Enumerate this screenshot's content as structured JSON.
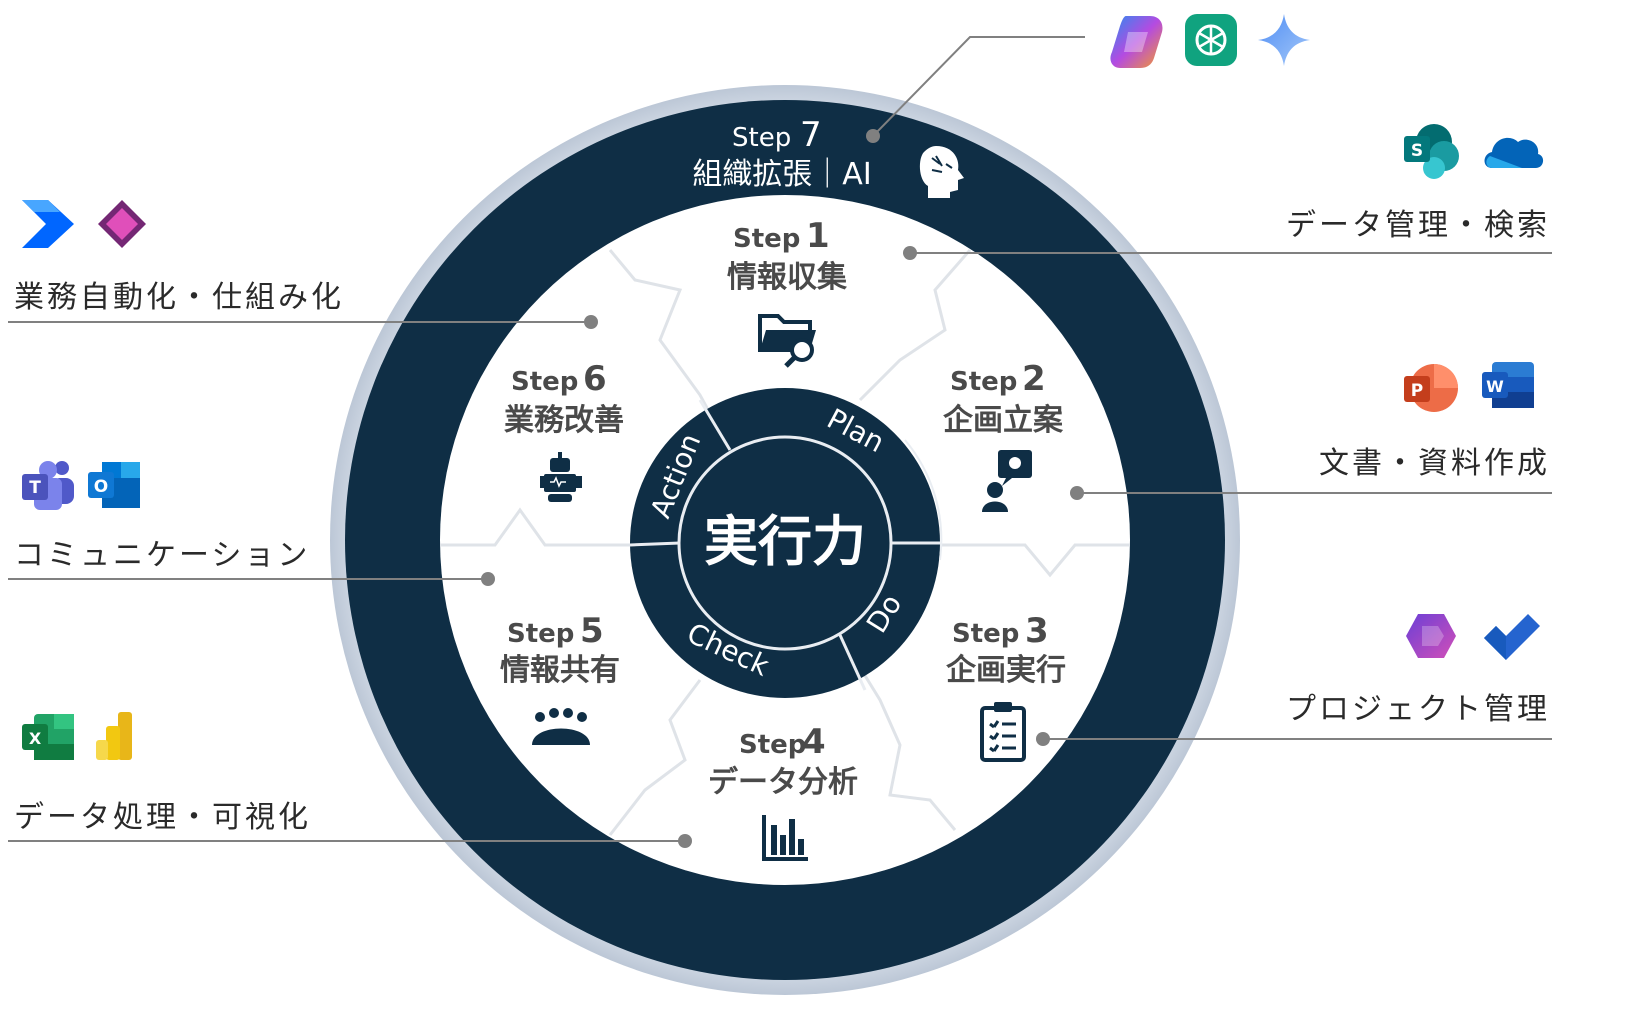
{
  "center": {
    "title": "実行力"
  },
  "cycle": {
    "plan": "Plan",
    "do": "Do",
    "check": "Check",
    "action": "Action"
  },
  "step_word": "Step",
  "steps": [
    {
      "num": "1",
      "name": "情報収集",
      "icon": "folder-search-icon"
    },
    {
      "num": "2",
      "name": "企画立案",
      "icon": "person-idea-icon"
    },
    {
      "num": "3",
      "name": "企画実行",
      "icon": "clipboard-checklist-icon"
    },
    {
      "num": "4",
      "name": "データ分析",
      "icon": "bar-chart-icon"
    },
    {
      "num": "5",
      "name": "情報共有",
      "icon": "group-meeting-icon"
    },
    {
      "num": "6",
      "name": "業務改善",
      "icon": "robot-icon"
    },
    {
      "num": "7",
      "name": "組織拡張｜AI",
      "icon": "ai-head-icon"
    }
  ],
  "categories": {
    "automation": {
      "label": "業務自動化・仕組み化",
      "icons": [
        "power-automate-icon",
        "power-apps-icon"
      ]
    },
    "communication": {
      "label": "コミュニケーション",
      "icons": [
        "teams-icon",
        "outlook-icon"
      ]
    },
    "data_viz": {
      "label": "データ処理・可視化",
      "icons": [
        "excel-icon",
        "power-bi-icon"
      ]
    },
    "data_mgmt": {
      "label": "データ管理・検索",
      "icons": [
        "sharepoint-icon",
        "onedrive-icon"
      ]
    },
    "documents": {
      "label": "文書・資料作成",
      "icons": [
        "powerpoint-icon",
        "word-icon"
      ]
    },
    "project": {
      "label": "プロジェクト管理",
      "icons": [
        "loop-icon",
        "todo-icon"
      ]
    },
    "ai": {
      "label": "",
      "icons": [
        "copilot-icon",
        "chatgpt-icon",
        "gemini-icon"
      ]
    }
  },
  "colors": {
    "navy": "#0f2e45",
    "ring_edge": "#d5dde9",
    "line": "#808080",
    "text": "#3a3a3a"
  }
}
